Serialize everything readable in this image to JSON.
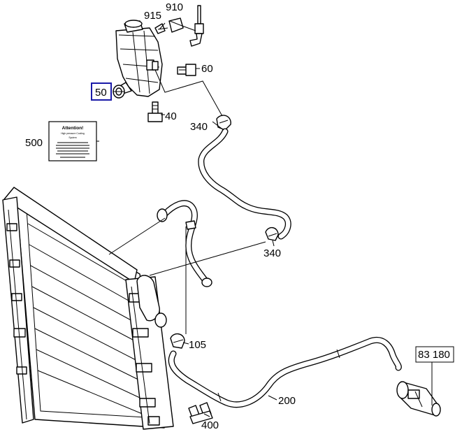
{
  "labels": {
    "p915": "915",
    "p910": "910",
    "p60": "60",
    "p50": "50",
    "p40": "40",
    "p340a": "340",
    "p500": "500",
    "p340b": "340",
    "p105": "105",
    "p200": "200",
    "p400": "400",
    "p83180": "83 180"
  },
  "warning_label": {
    "title": "Attention!",
    "subtitle": "High pressure Cooling",
    "line3": "System"
  },
  "colors": {
    "highlight": "#1a1aa8",
    "line": "#000000",
    "background": "#ffffff"
  }
}
